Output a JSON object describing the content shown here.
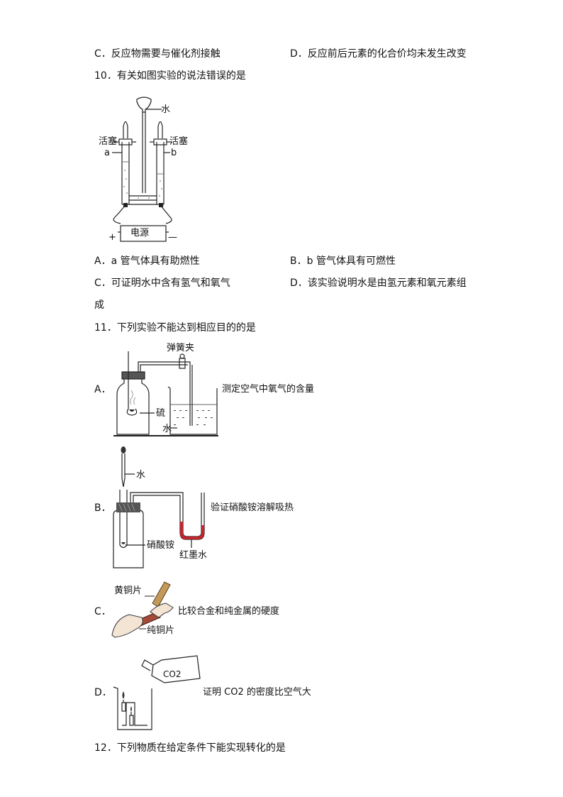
{
  "q9": {
    "opt_c": "C．反应物需要与催化剂接触",
    "opt_d": "D．反应前后元素的化合价均未发生改变"
  },
  "q10": {
    "stem": "10．有关如图实验的说法错误的是",
    "fig": {
      "water": "水",
      "stopcock_left": "活塞",
      "stopcock_right": "活塞",
      "tube_a": "a",
      "tube_b": "b",
      "power": "电源",
      "plus": "+",
      "minus": "—"
    },
    "opt_a": "A．a 管气体具有助燃性",
    "opt_b": "B．b 管气体具有可燃性",
    "opt_c": "C．可证明水中含有氢气和氧气",
    "opt_d": "D．该实验说明水是由氢元素和氧元素组",
    "opt_d_cont": "成"
  },
  "q11": {
    "stem": "11．下列实验不能达到相应目的的是",
    "a": {
      "letter": "A．",
      "clamp": "弹簧夹",
      "sulfur": "硫",
      "water": "水",
      "caption": "测定空气中氧气的含量"
    },
    "b": {
      "letter": "B．",
      "water": "水",
      "nh4no3": "硝酸铵",
      "red_ink": "红墨水",
      "caption": "验证硝酸铵溶解吸热"
    },
    "c": {
      "letter": "C．",
      "brass": "黄铜片",
      "copper": "纯铜片",
      "caption": "比较合金和纯金属的硬度"
    },
    "d": {
      "letter": "D．",
      "bottle_label": "CO2",
      "caption": "证明 CO2 的密度比空气大"
    }
  },
  "q12": {
    "stem": "12．下列物质在给定条件下能实现转化的是"
  }
}
